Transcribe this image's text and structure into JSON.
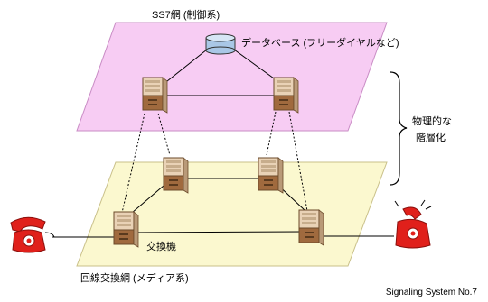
{
  "labels": {
    "control_plane": "SS7網 (制御系)",
    "database": "データベース (フリーダイヤルなど)",
    "hierarchy_line1": "物理的な",
    "hierarchy_line2": "階層化",
    "exchange": "交換機",
    "media_plane": "回線交換網 (メディア系)",
    "footer": "Signaling System No.7"
  },
  "colors": {
    "control_plane_fill": "#f7ccf3",
    "media_plane_fill": "#fbf8cf",
    "server_body": "#e9d2b6",
    "server_lower": "#a06a3e",
    "database_fill": "#a9c7e6",
    "phone_red": "#e0201b"
  },
  "icons": [
    "server-icon",
    "database-icon",
    "telephone-icon",
    "ringing-telephone-icon"
  ]
}
